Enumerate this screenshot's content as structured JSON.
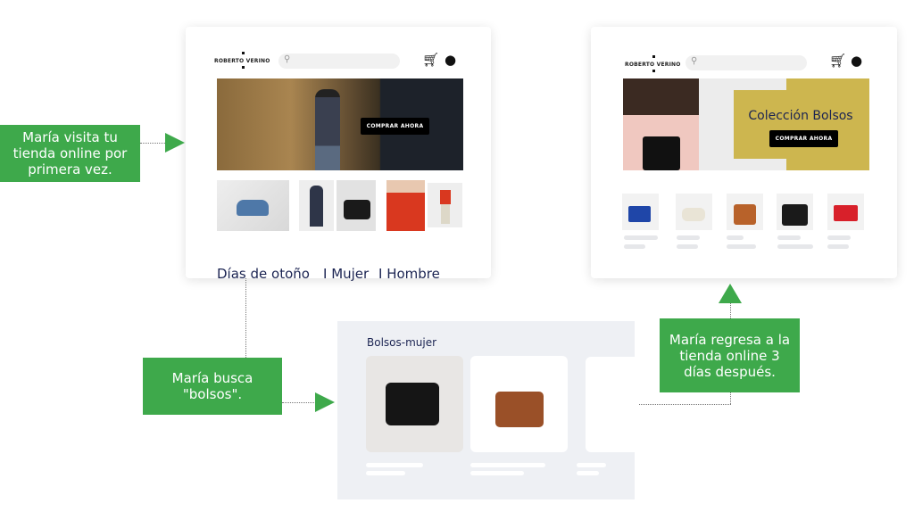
{
  "store1": {
    "brand": "ROBERTO VERINO",
    "hero_button": "COMPRAR AHORA",
    "categories": [
      "Días de otoño",
      "I Mujer",
      "I Hombre"
    ]
  },
  "store2": {
    "brand": "ROBERTO VERINO",
    "hero_title": "Colección Bolsos",
    "hero_button": "COMPRAR AHORA",
    "product_colors": [
      "#1f46a8",
      "#e9e4d6",
      "#b8622a",
      "#1a1a1a",
      "#d8202a"
    ]
  },
  "search_results": {
    "title": "Bolsos-mujer"
  },
  "steps": [
    "María visita tu tienda online por primera vez.",
    "María busca \"bolsos\".",
    "María regresa a la tienda online 3 días después."
  ],
  "colors": {
    "accent": "#3ea94b",
    "dark_text": "#1b2452",
    "gold": "#cdb64f"
  }
}
